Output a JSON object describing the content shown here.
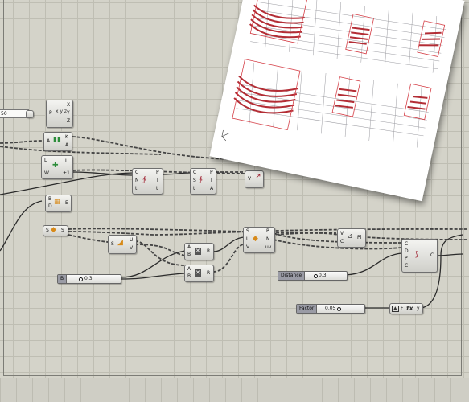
{
  "canvas": {
    "background": "#d4d3c9",
    "grid": "#bfbeb3",
    "wire": "#2b2b2b"
  },
  "panel_left": {
    "text": "50"
  },
  "comp_deconstruct": {
    "ports_in": [
      "P"
    ],
    "ports_out": [
      "X",
      "Y",
      "Z"
    ],
    "icon": "xyz-icon"
  },
  "comp_ka": {
    "ports_in": [
      "A"
    ],
    "ports_out": [
      "K",
      "A"
    ],
    "icon": "bounds-icon"
  },
  "comp_liw": {
    "ports_in": [
      "L",
      "W"
    ],
    "ports_out": [
      "I",
      "+1"
    ],
    "icon": "list-item-icon"
  },
  "comp_bde": {
    "ports_in": [
      "B",
      "D"
    ],
    "ports_out": [
      "E"
    ],
    "icon": "box-icon"
  },
  "comp_s": {
    "ports_in": [
      "S"
    ],
    "ports_out": [
      "S"
    ],
    "icon": "surface-icon"
  },
  "comp_cnt": {
    "ports_in": [
      "C",
      "N",
      "t"
    ],
    "ports_out": [
      "P",
      "T",
      "t"
    ],
    "icon": "curve-eval-icon"
  },
  "comp_cst": {
    "ports_in": [
      "C",
      "S",
      "t"
    ],
    "ports_out": [
      "P",
      "T",
      "A"
    ],
    "icon": "curve-frame-icon"
  },
  "comp_v": {
    "ports_in": [
      "V"
    ],
    "ports_out": [],
    "icon": "vector-icon"
  },
  "comp_suv": {
    "ports_in": [
      "S"
    ],
    "ports_out": [
      "U",
      "V"
    ],
    "icon": "divide-surface-icon"
  },
  "comp_ab1": {
    "ports_in": [
      "A",
      "B"
    ],
    "ports_out": [
      "R"
    ],
    "icon": "multiply-icon"
  },
  "comp_ab2": {
    "ports_in": [
      "A",
      "B"
    ],
    "ports_out": [
      "R"
    ],
    "icon": "multiply-icon"
  },
  "comp_suv2": {
    "ports_in": [
      "S",
      "U",
      "V"
    ],
    "ports_out": [
      "P",
      "N",
      "uv"
    ],
    "icon": "evaluate-surface-icon"
  },
  "comp_vc": {
    "ports_in": [
      "V",
      "C"
    ],
    "ports_out": [
      "Pl"
    ],
    "icon": "plane-icon"
  },
  "comp_offset": {
    "ports_in": [
      "C",
      "D",
      "P",
      "C"
    ],
    "ports_out": [
      "C"
    ],
    "icon": "offset-icon"
  },
  "comp_fy": {
    "ports_in": [
      "F"
    ],
    "ports_out": [
      "y"
    ],
    "icon": "function-icon",
    "glyph": "fx"
  },
  "slider_b": {
    "label": "B",
    "value": "0.3",
    "fill_fraction": 0.55
  },
  "slider_distance": {
    "label": "Distance",
    "value": "0.3",
    "fill_fraction": 0.6
  },
  "slider_factor": {
    "label": "Factor",
    "value": "0.05",
    "fill_fraction": 0.62
  },
  "preview": {
    "accent": "#b32d35",
    "outline": "#d43d45",
    "mesh": "#9a9aa0"
  }
}
